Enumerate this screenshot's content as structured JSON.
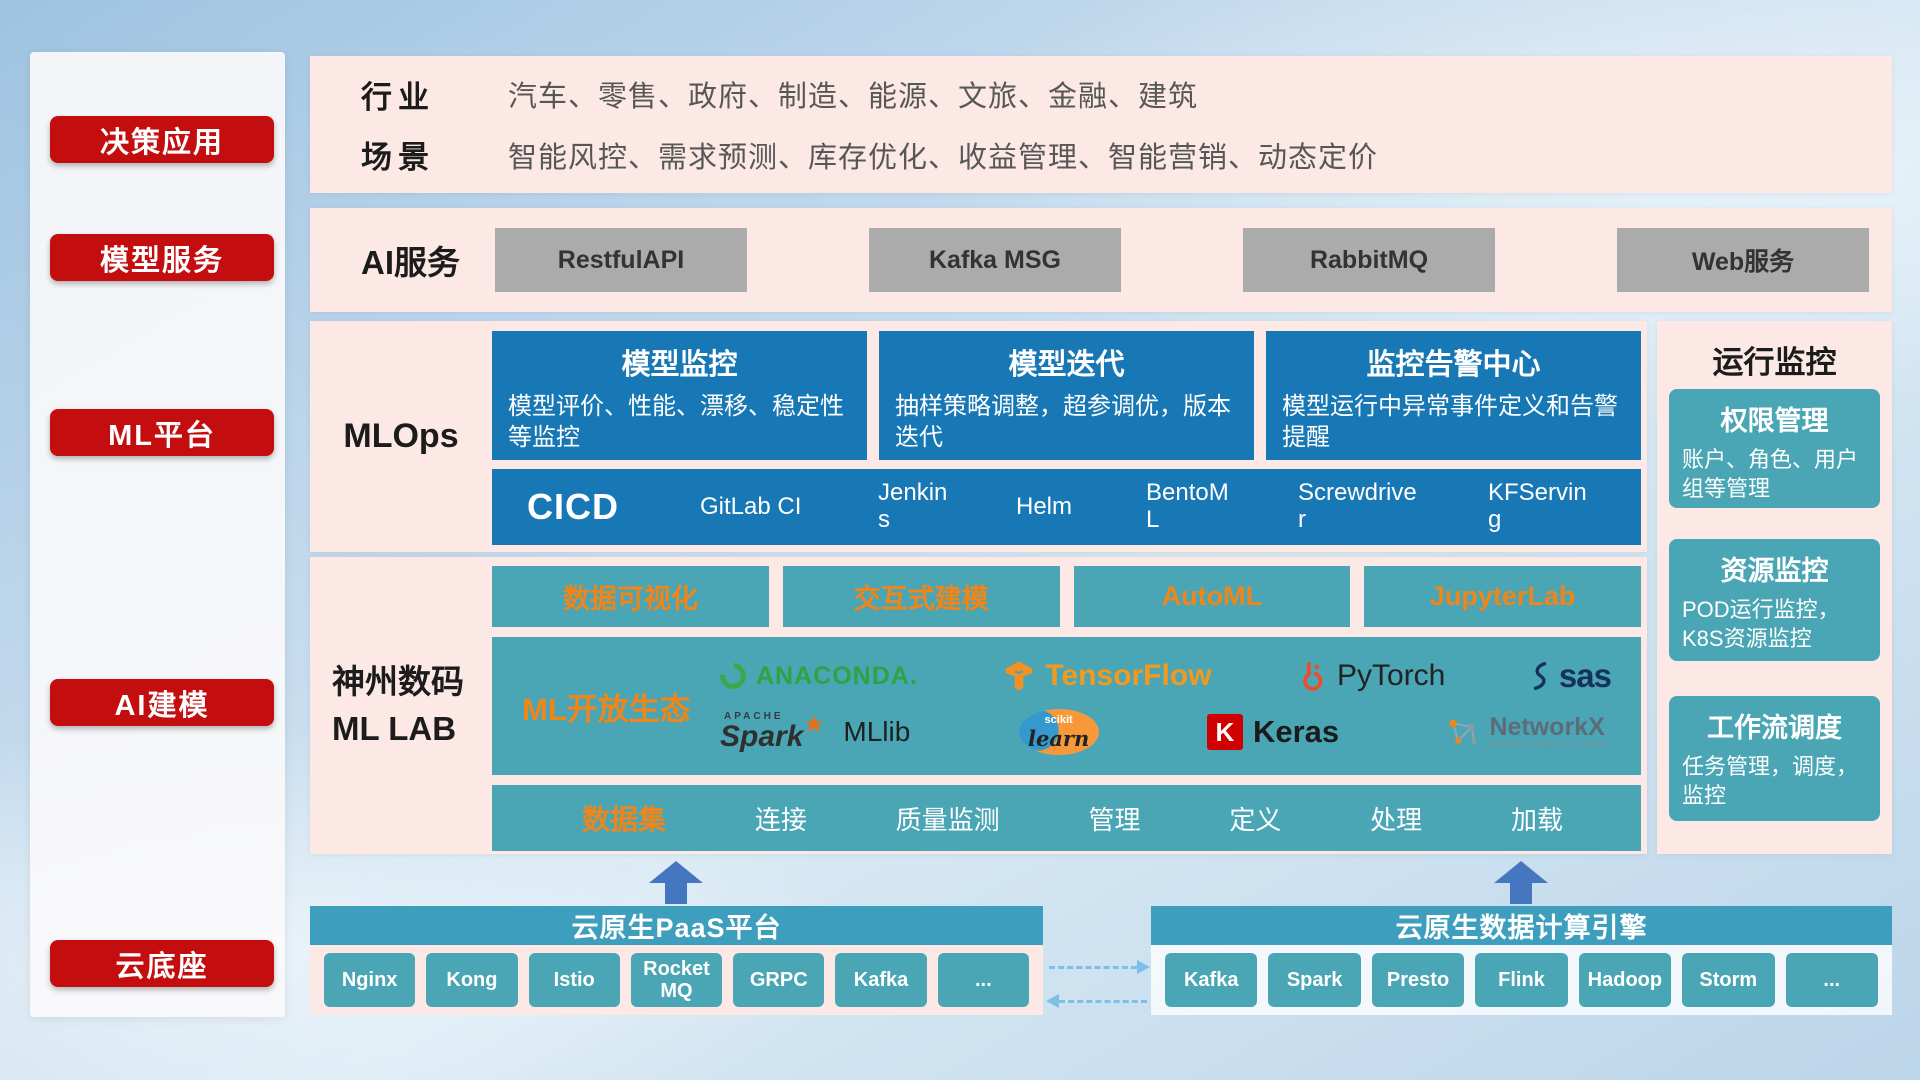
{
  "sidebar": {
    "items": [
      {
        "label": "决策应用"
      },
      {
        "label": "模型服务"
      },
      {
        "label": "ML平台"
      },
      {
        "label": "AI建模"
      },
      {
        "label": "云底座"
      }
    ]
  },
  "industry_panel": {
    "rows": [
      {
        "label": "行业",
        "text": "汽车、零售、政府、制造、能源、文旅、金融、建筑"
      },
      {
        "label": "场景",
        "text": "智能风控、需求预测、库存优化、收益管理、智能营销、动态定价"
      }
    ]
  },
  "ai_service_panel": {
    "label": "AI服务",
    "buttons": [
      "RestfulAPI",
      "Kafka MSG",
      "RabbitMQ",
      "Web服务"
    ]
  },
  "mlops_panel": {
    "label": "MLOps",
    "cards": [
      {
        "title": "模型监控",
        "desc": "模型评价、性能、漂移、稳定性等监控"
      },
      {
        "title": "模型迭代",
        "desc": "抽样策略调整，超参调优，版本迭代"
      },
      {
        "title": "监控告警中心",
        "desc": "模型运行中异常事件定义和告警提醒"
      }
    ],
    "cicd_label": "CICD",
    "cicd_tools": [
      "GitLab CI",
      "Jenkins",
      "Helm",
      "BentoML",
      "Screwdriver",
      "KFServing"
    ]
  },
  "monitor_panel": {
    "title": "运行监控",
    "cards": [
      {
        "title": "权限管理",
        "desc": "账户、角色、用户组等管理"
      },
      {
        "title": "资源监控",
        "desc": "POD运行监控，K8S资源监控"
      },
      {
        "title": "工作流调度",
        "desc": "任务管理，调度，监控"
      }
    ]
  },
  "mllab_panel": {
    "label_line1": "神州数码",
    "label_line2": "ML LAB",
    "tool_buttons": [
      "数据可视化",
      "交互式建模",
      "AutoML",
      "JupyterLab"
    ],
    "ecosystem_label": "ML开放生态",
    "logos": {
      "anaconda": "ANACONDA.",
      "tensorflow": "TensorFlow",
      "pytorch": "PyTorch",
      "sas": "sas",
      "spark_apache": "APACHE",
      "spark": "Spark",
      "mllib": "MLlib",
      "scikit_top": "scikit",
      "scikit_learn": "learn",
      "keras_k": "K",
      "keras": "Keras",
      "networkx": "NetworkX",
      "networkx_sub": "Network Analysis in Python"
    },
    "dataset_row": {
      "label": "数据集",
      "items": [
        "连接",
        "质量监测",
        "管理",
        "定义",
        "处理",
        "加载"
      ]
    }
  },
  "foundation": {
    "paas": {
      "title": "云原生PaaS平台",
      "items": [
        "Nginx",
        "Kong",
        "Istio",
        "RocketMQ",
        "GRPC",
        "Kafka",
        "..."
      ]
    },
    "engine": {
      "title": "云原生数据计算引擎",
      "items": [
        "Kafka",
        "Spark",
        "Presto",
        "Flink",
        "Hadoop",
        "Storm",
        "..."
      ]
    }
  },
  "colors": {
    "accent_red": "#c30d0f",
    "panel_pink": "#fce9e5",
    "primary_blue": "#1878b5",
    "teal": "#4aa6b4",
    "teal_dark": "#3e9ebd",
    "orange": "#f08519",
    "gray_button": "#ababab",
    "arrow_blue": "#4577c0"
  }
}
